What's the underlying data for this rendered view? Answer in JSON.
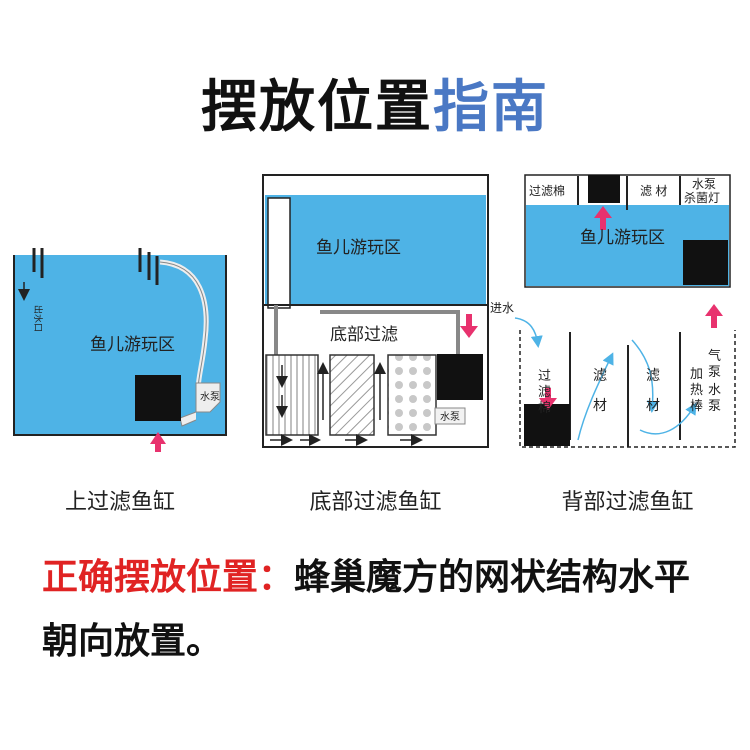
{
  "title": {
    "main": "摆放位置",
    "accent": "指南"
  },
  "colors": {
    "water": "#4eb3e6",
    "arrow_pink": "#e8326e",
    "accent_blue": "#4a78c4",
    "note_red": "#e02323",
    "cube": "#111111"
  },
  "diagrams": {
    "top": {
      "caption": "上过滤鱼缸",
      "zone": "鱼儿游玩区",
      "outlet": "出水口",
      "pump": "水泵"
    },
    "bottom": {
      "caption": "底部过滤鱼缸",
      "zone": "鱼儿游玩区",
      "filter": "底部过滤",
      "pump": "水泵"
    },
    "back": {
      "caption": "背部过滤鱼缸",
      "zone": "鱼儿游玩区",
      "top_labels": [
        "过滤棉",
        "滤 材",
        "水泵",
        "杀菌灯"
      ],
      "inlet": "进水",
      "sump_col1": [
        "过",
        "滤",
        "棉"
      ],
      "sump_col2": [
        "滤",
        "材"
      ],
      "sump_col3": [
        "滤",
        "材"
      ],
      "sump_col4": [
        "加",
        "热",
        "棒"
      ],
      "sump_col5": [
        "气",
        "泵",
        "水",
        "泵"
      ]
    }
  },
  "note": {
    "highlight": "正确摆放位置：",
    "body": "蜂巢魔方的网状结构水平朝向放置。"
  }
}
